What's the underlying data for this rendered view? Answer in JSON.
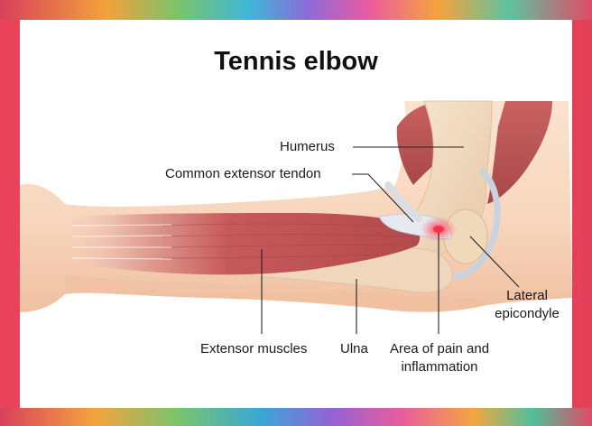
{
  "title": "Tennis elbow",
  "labels": {
    "humerus": "Humerus",
    "common_extensor_tendon": "Common extensor tendon",
    "lateral_epicondyle_line1": "Lateral",
    "lateral_epicondyle_line2": "epicondyle",
    "extensor_muscles": "Extensor muscles",
    "ulna": "Ulna",
    "area_of_pain_line1": "Area of pain and",
    "area_of_pain_line2": "inflammation"
  },
  "colors": {
    "border": "#e8415a",
    "skin": "#f8d6bd",
    "skin_shadow": "#efbf9f",
    "bone": "#f1dcc2",
    "muscle": "#c6595a",
    "muscle_dark": "#9e3c40",
    "tendon": "#dfe3ea",
    "inflammation": "#f0304a",
    "leader_line": "#222222"
  }
}
